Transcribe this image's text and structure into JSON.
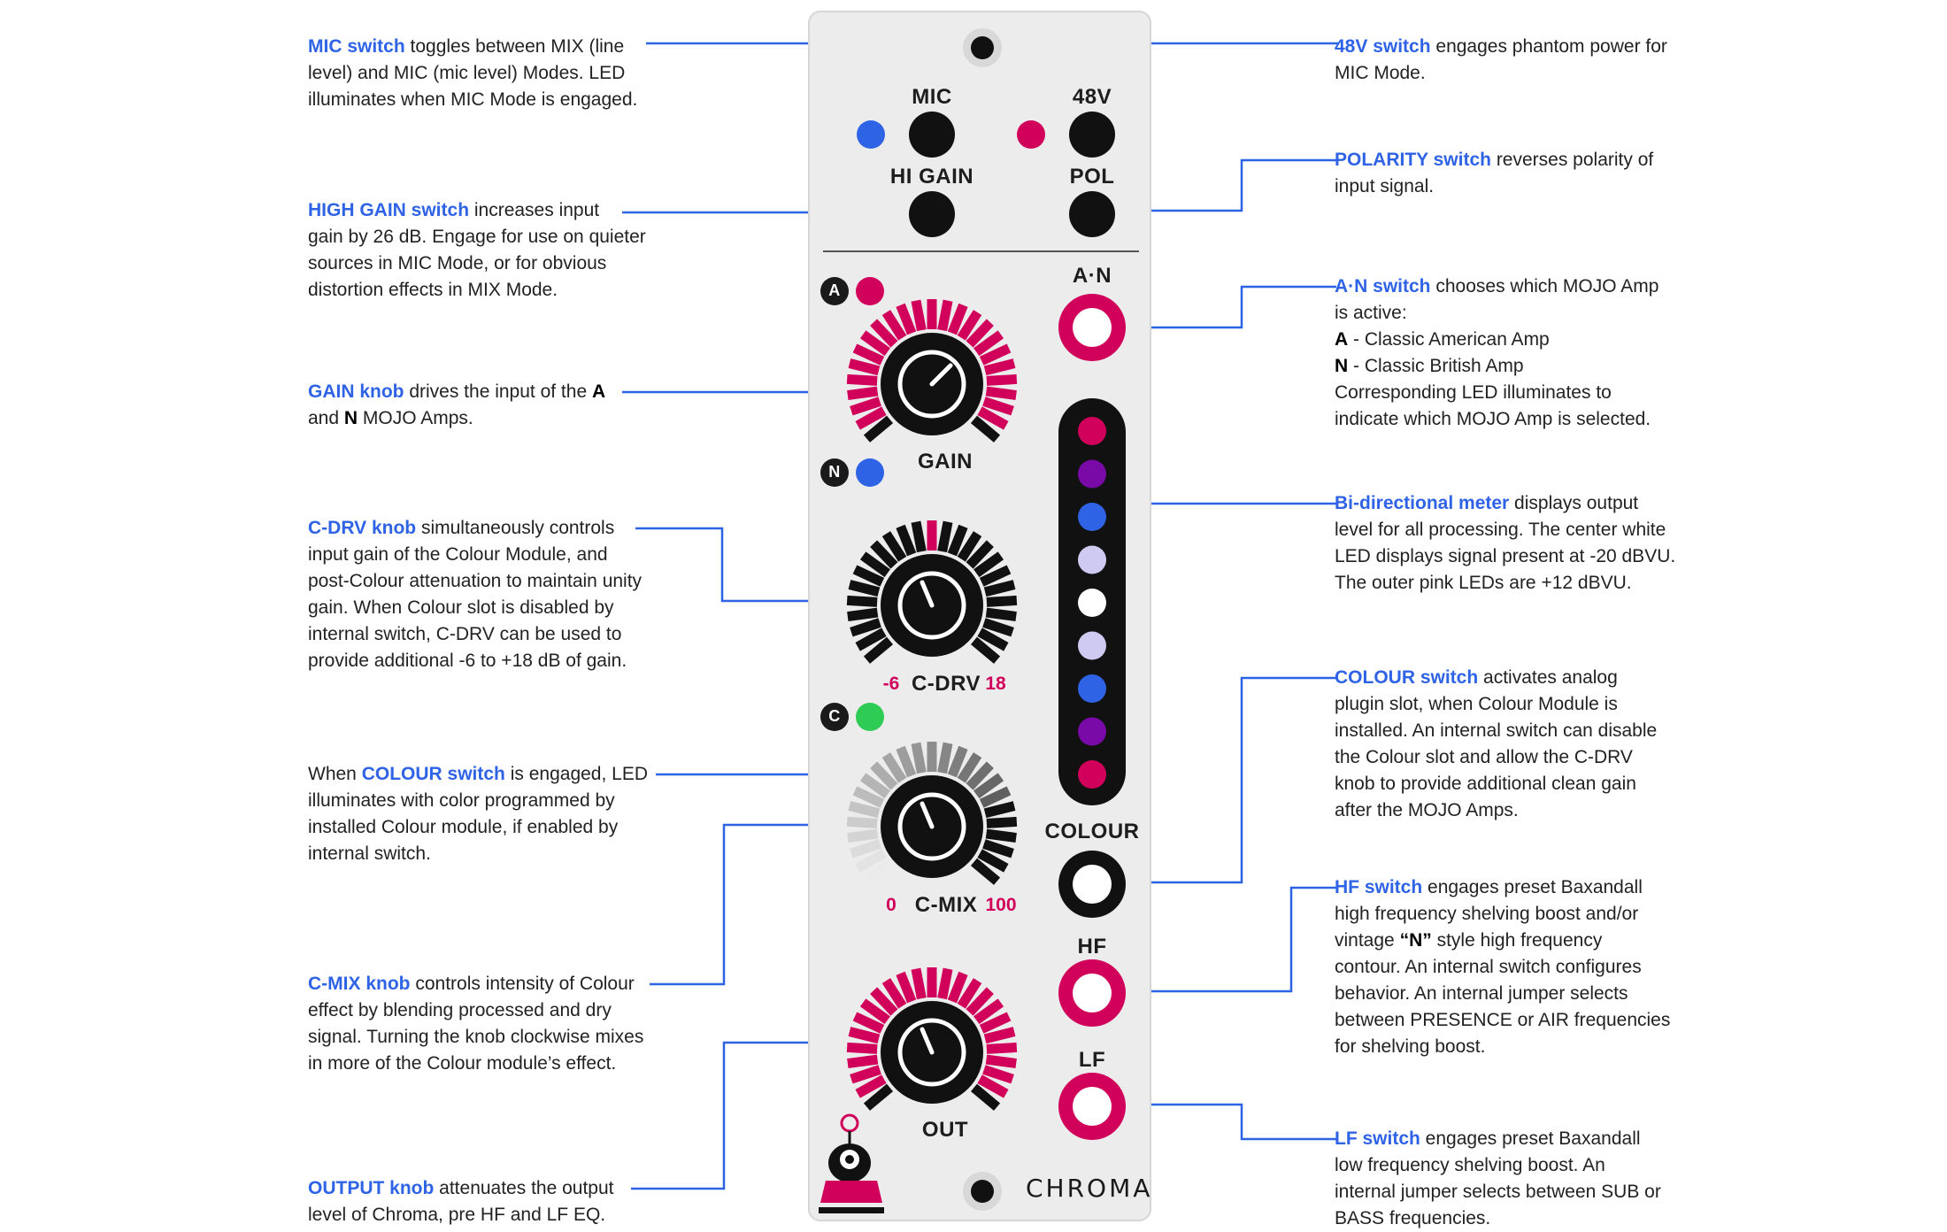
{
  "colors": {
    "accent_blue": "#2f63e6",
    "led_pink": "#d1005a",
    "led_blue": "#2f63e6",
    "led_green": "#2ecc55",
    "meter_purple": "#7a0aa8",
    "meter_lavender": "#cfcaf2",
    "panel_gray": "#ececec"
  },
  "panel": {
    "labels": {
      "mic": "MIC",
      "v48": "48V",
      "higain": "HI GAIN",
      "pol": "POL",
      "an": "A·N",
      "gain": "GAIN",
      "cdrv": "C-DRV",
      "cmix": "C-MIX",
      "colour": "COLOUR",
      "hf": "HF",
      "lf": "LF",
      "out": "OUT"
    },
    "led_badges": {
      "a": "A",
      "n": "N",
      "c": "C"
    },
    "ranges": {
      "cdrv_min": "-6",
      "cdrv_max": "18",
      "cmix_min": "0",
      "cmix_max": "100"
    },
    "brand": "CHROMA",
    "meter_leds": [
      "pink",
      "purple",
      "blue",
      "lavender",
      "white",
      "lavender",
      "blue",
      "purple",
      "pink"
    ]
  },
  "annotations": {
    "mic": [
      [
        {
          "t": "MIC switch",
          "k": true
        },
        {
          "t": " toggles between MIX (line"
        }
      ],
      [
        {
          "t": "level) and MIC (mic level) Modes. LED"
        }
      ],
      [
        {
          "t": "illuminates when MIC Mode is engaged."
        }
      ]
    ],
    "higain": [
      [
        {
          "t": "HIGH GAIN switch",
          "k": true
        },
        {
          "t": " increases input"
        }
      ],
      [
        {
          "t": "gain by 26 dB. Engage for use on quieter"
        }
      ],
      [
        {
          "t": "sources in MIC Mode, or for obvious"
        }
      ],
      [
        {
          "t": "distortion effects in MIX Mode."
        }
      ]
    ],
    "gain": [
      [
        {
          "t": "GAIN knob",
          "k": true
        },
        {
          "t": " drives the input of the "
        },
        {
          "t": "A",
          "b": true
        }
      ],
      [
        {
          "t": "and "
        },
        {
          "t": "N",
          "b": true
        },
        {
          "t": " MOJO Amps."
        }
      ]
    ],
    "cdrv": [
      [
        {
          "t": "C-DRV knob",
          "k": true
        },
        {
          "t": " simultaneously controls"
        }
      ],
      [
        {
          "t": "input gain of the Colour Module, and"
        }
      ],
      [
        {
          "t": "post-Colour attenuation to maintain unity"
        }
      ],
      [
        {
          "t": "gain. When Colour slot is disabled by"
        }
      ],
      [
        {
          "t": "internal switch, C-DRV can be used to"
        }
      ],
      [
        {
          "t": "provide additional -6 to +18 dB of gain."
        }
      ]
    ],
    "colour_led": [
      [
        {
          "t": "When "
        },
        {
          "t": "COLOUR switch",
          "k": true
        },
        {
          "t": " is engaged, LED"
        }
      ],
      [
        {
          "t": "illuminates with color programmed by"
        }
      ],
      [
        {
          "t": "installed Colour module, if enabled by"
        }
      ],
      [
        {
          "t": "internal switch."
        }
      ]
    ],
    "cmix": [
      [
        {
          "t": "C-MIX knob",
          "k": true
        },
        {
          "t": " controls intensity of Colour"
        }
      ],
      [
        {
          "t": "effect by blending processed and dry"
        }
      ],
      [
        {
          "t": "signal. Turning the knob clockwise mixes"
        }
      ],
      [
        {
          "t": "in more of the Colour module’s effect."
        }
      ]
    ],
    "output": [
      [
        {
          "t": "OUTPUT knob",
          "k": true
        },
        {
          "t": " attenuates the output"
        }
      ],
      [
        {
          "t": "level of Chroma, pre HF and LF EQ."
        }
      ]
    ],
    "v48": [
      [
        {
          "t": "48V switch",
          "k": true
        },
        {
          "t": " engages phantom power for"
        }
      ],
      [
        {
          "t": "MIC Mode."
        }
      ]
    ],
    "polarity": [
      [
        {
          "t": "POLARITY switch",
          "k": true
        },
        {
          "t": " reverses polarity of"
        }
      ],
      [
        {
          "t": "input signal."
        }
      ]
    ],
    "an": [
      [
        {
          "t": "A·N switch",
          "k": true
        },
        {
          "t": " chooses which MOJO Amp"
        }
      ],
      [
        {
          "t": "is active:"
        }
      ],
      [
        {
          "t": "A",
          "b": true
        },
        {
          "t": " - Classic American Amp"
        }
      ],
      [
        {
          "t": "N",
          "b": true
        },
        {
          "t": " - Classic British Amp"
        }
      ],
      [
        {
          "t": "Corresponding LED illuminates to"
        }
      ],
      [
        {
          "t": "indicate which MOJO Amp is selected."
        }
      ]
    ],
    "meter": [
      [
        {
          "t": "Bi-directional meter",
          "k": true
        },
        {
          "t": " displays output"
        }
      ],
      [
        {
          "t": "level for all processing. The center white"
        }
      ],
      [
        {
          "t": "LED displays signal present at -20 dBVU."
        }
      ],
      [
        {
          "t": "The outer pink LEDs are +12 dBVU."
        }
      ]
    ],
    "colour_sw": [
      [
        {
          "t": "COLOUR switch",
          "k": true
        },
        {
          "t": " activates analog"
        }
      ],
      [
        {
          "t": "plugin slot, when Colour Module is"
        }
      ],
      [
        {
          "t": "installed. An internal switch can disable"
        }
      ],
      [
        {
          "t": "the Colour slot and allow the C-DRV"
        }
      ],
      [
        {
          "t": "knob to provide additional clean gain"
        }
      ],
      [
        {
          "t": "after the MOJO Amps."
        }
      ]
    ],
    "hf": [
      [
        {
          "t": "HF switch",
          "k": true
        },
        {
          "t": " engages preset Baxandall"
        }
      ],
      [
        {
          "t": "high frequency shelving boost and/or"
        }
      ],
      [
        {
          "t": "vintage "
        },
        {
          "t": "“N”",
          "b": true
        },
        {
          "t": " style high frequency"
        }
      ],
      [
        {
          "t": "contour. An internal switch configures"
        }
      ],
      [
        {
          "t": "behavior. An internal jumper selects"
        }
      ],
      [
        {
          "t": "between PRESENCE or AIR frequencies"
        }
      ],
      [
        {
          "t": "for shelving boost."
        }
      ]
    ],
    "lf": [
      [
        {
          "t": "LF switch",
          "k": true
        },
        {
          "t": " engages preset Baxandall"
        }
      ],
      [
        {
          "t": "low frequency shelving boost. An"
        }
      ],
      [
        {
          "t": "internal jumper selects between SUB or"
        }
      ],
      [
        {
          "t": "BASS frequencies."
        }
      ]
    ]
  }
}
